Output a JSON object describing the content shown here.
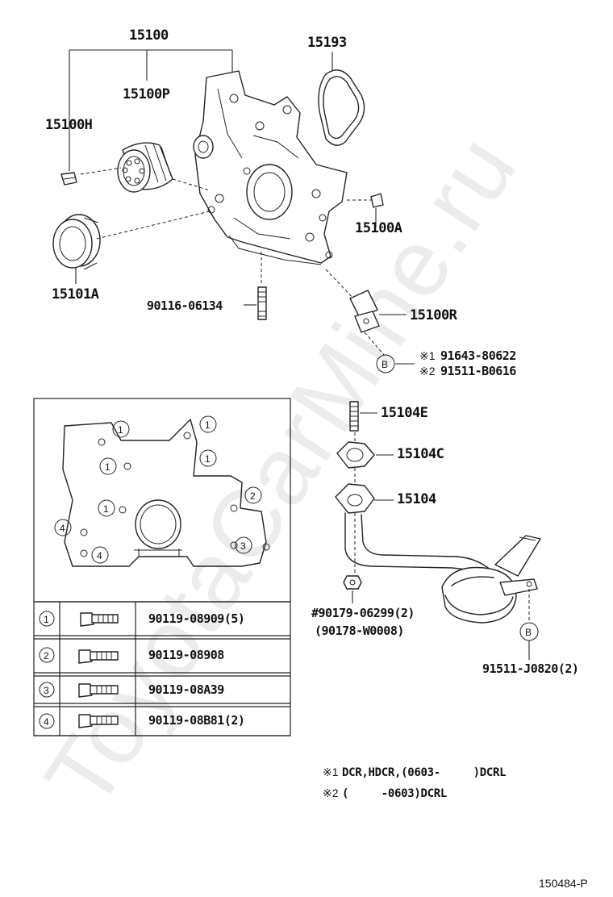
{
  "watermark": "ToyotaCarMine.ru",
  "labels": {
    "p15100": "15100",
    "p15100P": "15100P",
    "p15100H": "15100H",
    "p15193": "15193",
    "p15100A": "15100A",
    "p15101A": "15101A",
    "p90116": "90116-06134",
    "p15100R": "15100R",
    "p15104E": "15104E",
    "p15104C": "15104C",
    "p15104": "15104",
    "p90179": "#90179-06299(2)",
    "p90178": "(90178-W0008)",
    "p91511j": "91511-J0820(2)"
  },
  "callouts": {
    "b_upper": "B",
    "b_lower": "B",
    "note1_code": "※1",
    "note1_part": "91643-80622",
    "note2_code": "※2",
    "note2_part": "91511-B0616"
  },
  "inset": {
    "markers": [
      "1",
      "1",
      "1",
      "1",
      "1",
      "2",
      "3",
      "4",
      "4"
    ]
  },
  "bolt_table": {
    "rows": [
      {
        "idx": "1",
        "part": "90119-08909(5)"
      },
      {
        "idx": "2",
        "part": "90119-08908"
      },
      {
        "idx": "3",
        "part": "90119-08A39"
      },
      {
        "idx": "4",
        "part": "90119-08B81(2)"
      }
    ]
  },
  "notes": {
    "n1_mark": "※1",
    "n1_text": "DCR,HDCR,(0603-     )DCRL",
    "n2_mark": "※2",
    "n2_text": "(     -0603)DCRL"
  },
  "figure_code": "150484-P"
}
